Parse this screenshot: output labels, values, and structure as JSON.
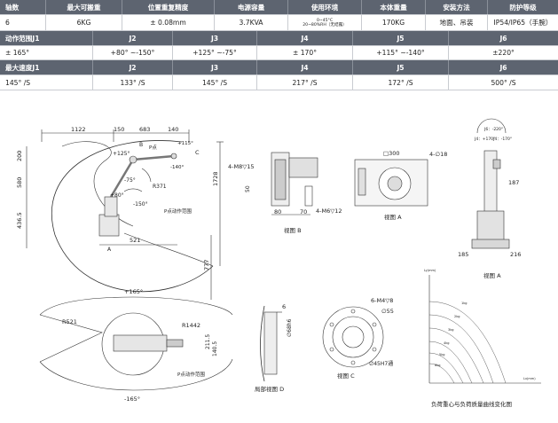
{
  "spec_table": {
    "header": [
      "轴数",
      "最大可搬重",
      "位置重复精度",
      "电源容量",
      "使用环境",
      "本体重量",
      "安装方法",
      "防护等级"
    ],
    "values": [
      "6",
      "6KG",
      "± 0.08mm",
      "3.7KVA",
      "0~45°C\n20~80%RH（无结露）",
      "170KG",
      "地面、吊装",
      "IP54/IP65（手腕）"
    ],
    "motion_header": [
      "动作范围J1",
      "J2",
      "J3",
      "J4",
      "J5",
      "J6"
    ],
    "motion_values": [
      "± 165°",
      "+80° ~-150°",
      "+125° ~-75°",
      "± 170°",
      "+115° ~-140°",
      "±220°"
    ],
    "speed_header": [
      "最大速度J1",
      "J2",
      "J3",
      "J4",
      "J5",
      "J6"
    ],
    "speed_values": [
      "145° /S",
      "133° /S",
      "145° /S",
      "217° /S",
      "172° /S",
      "500° /S"
    ]
  },
  "side_view": {
    "dims_top": [
      "1122",
      "150",
      "683",
      "140"
    ],
    "dims_left": [
      "200",
      "580",
      "436.5"
    ],
    "dims_right": [
      "1728",
      "777"
    ],
    "bottom": "521",
    "angles": [
      "+125°",
      "-75°",
      "+80°",
      "-150°",
      "+115°",
      "-140°"
    ],
    "labels": [
      "B",
      "P点",
      "C",
      "A",
      "R371",
      "P点动作范围"
    ]
  },
  "top_view": {
    "angles": [
      "+165°",
      "-165°"
    ],
    "dims": [
      "R521",
      "R1442",
      "211.5",
      "140.5"
    ],
    "label": "P点动作范围"
  },
  "view_b": {
    "dims": [
      "4-M8▽15",
      "50",
      "80",
      "70",
      "4-M6▽12"
    ],
    "caption": "视图 B"
  },
  "view_a_flange": {
    "dims": [
      "□300",
      "4-∅18"
    ],
    "caption": "视图 A"
  },
  "robot_front": {
    "notes": [
      "J6：-220°",
      "J4：+170°",
      "J4：-170°"
    ],
    "dims": [
      "187",
      "185",
      "216"
    ],
    "caption": "视图 A"
  },
  "partial_d": {
    "dims": [
      "6",
      "∅68h6"
    ],
    "caption": "局部视图 D"
  },
  "view_c": {
    "dims": [
      "6-M4▽8",
      "∅55",
      "∅45H7通"
    ],
    "caption": "视图 C"
  },
  "load_chart": {
    "caption": "负荷重心与负荷质量曲线变化图",
    "ylabel": "Ly(mm)",
    "xlabel": "Lx(mm)",
    "curve_labels": [
      "1kg",
      "2kg",
      "3kg",
      "4kg",
      "5kg",
      "6kg"
    ]
  }
}
